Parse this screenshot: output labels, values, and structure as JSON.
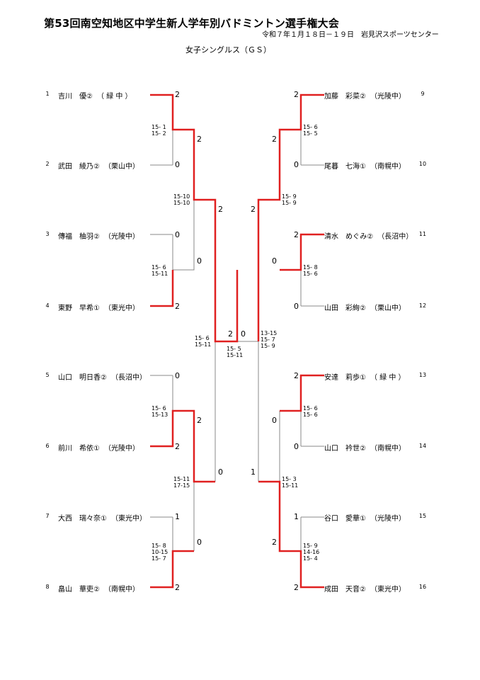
{
  "header": {
    "title": "第53回南空知地区中学生新人学年別バドミントン選手権大会",
    "subtitle": "令和７年１月１８日－１９日　岩見沢スポーツセンター",
    "event": "女子シングルス（ＧＳ）"
  },
  "players_left": [
    {
      "num": "1",
      "name": "吉川　優②",
      "school": "（ 緑 中 ）"
    },
    {
      "num": "2",
      "name": "武田　綾乃②",
      "school": "（栗山中）"
    },
    {
      "num": "3",
      "name": "傳福　柚羽②",
      "school": "（光陵中）"
    },
    {
      "num": "4",
      "name": "東野　早希①",
      "school": "（東光中）"
    },
    {
      "num": "5",
      "name": "山口　明日香②",
      "school": "（長沼中）"
    },
    {
      "num": "6",
      "name": "前川　希依①",
      "school": "（光陵中）"
    },
    {
      "num": "7",
      "name": "大西　瑞々奈①",
      "school": "（東光中）"
    },
    {
      "num": "8",
      "name": "畠山　華吏②",
      "school": "（南幌中）"
    }
  ],
  "players_right": [
    {
      "num": "9",
      "name": "加藤　彩菜②",
      "school": "（光陵中）"
    },
    {
      "num": "10",
      "name": "尾暮　七海①",
      "school": "（南幌中）"
    },
    {
      "num": "11",
      "name": "清水　めぐみ②",
      "school": "（長沼中）"
    },
    {
      "num": "12",
      "name": "山田　彩絢②",
      "school": "（栗山中）"
    },
    {
      "num": "13",
      "name": "安達　莉歩①",
      "school": "（ 緑 中 ）"
    },
    {
      "num": "14",
      "name": "山口　衿世②",
      "school": "（南幌中）"
    },
    {
      "num": "15",
      "name": "谷口　愛華①",
      "school": "（光陵中）"
    },
    {
      "num": "16",
      "name": "成田　天音②",
      "school": "（東光中）"
    }
  ],
  "scores": {
    "r1_left": [
      "2",
      "0",
      "0",
      "2",
      "0",
      "2",
      "1",
      "2"
    ],
    "r1_right": [
      "2",
      "0",
      "2",
      "0",
      "2",
      "0",
      "1",
      "2"
    ],
    "r2_left": [
      "2",
      "0",
      "2",
      "0"
    ],
    "r2_right": [
      "2",
      "0",
      "0",
      "2"
    ],
    "r3_left": [
      "2",
      "0"
    ],
    "r3_right": [
      "2",
      "1"
    ],
    "final_left": "2",
    "final_right": "0"
  },
  "games": {
    "l_r1_1": "15- 1\n15- 2",
    "l_r1_2": "15- 6\n15-11",
    "l_r1_3": "15- 6\n15-13",
    "l_r1_4": "15- 8\n10-15\n15- 7",
    "l_r2_1": "15-10\n15-10",
    "l_r2_2": "15-11\n17-15",
    "l_sf": "15- 6\n15-11",
    "final": "15- 5\n15-11",
    "r_sf": "13-15\n15- 7\n15- 9",
    "r_r2_1": "15- 9\n15- 9",
    "r_r2_2": "15- 3\n15-11",
    "r_r1_1": "15- 6\n15- 5",
    "r_r1_2": "15- 8\n15- 6",
    "r_r1_3": "15- 6\n15- 6",
    "r_r1_4": "15- 9\n14-16\n15- 4"
  }
}
